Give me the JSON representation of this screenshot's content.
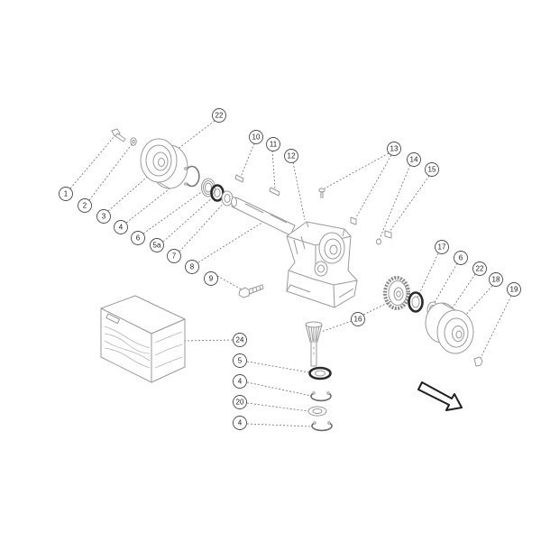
{
  "callouts": [
    "22",
    "10",
    "11",
    "12",
    "13",
    "14",
    "15",
    "1",
    "2",
    "3",
    "4",
    "6",
    "5a",
    "7",
    "8",
    "9",
    "17",
    "6",
    "22",
    "18",
    "19",
    "16",
    "24",
    "5",
    "4",
    "20",
    "4"
  ]
}
